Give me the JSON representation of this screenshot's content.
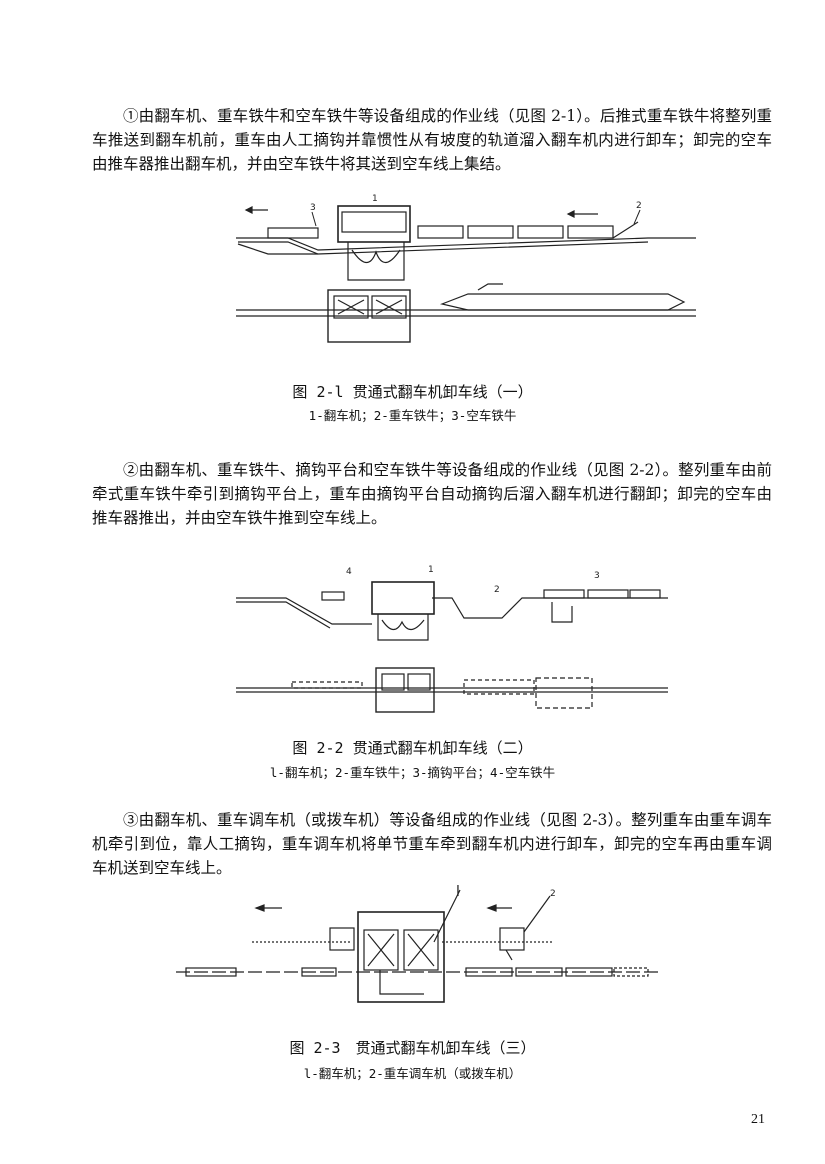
{
  "paragraphs": {
    "p1": "①由翻车机、重车铁牛和空车铁牛等设备组成的作业线（见图 2-1）。后推式重车铁牛将整列重车推送到翻车机前，重车由人工摘钩并靠惯性从有坡度的轨道溜入翻车机内进行卸车；卸完的空车由推车器推出翻车机，并由空车铁牛将其送到空车线上集结。",
    "p2": "②由翻车机、重车铁牛、摘钩平台和空车铁牛等设备组成的作业线（见图 2-2）。整列重车由前牵式重车铁牛牵引到摘钩平台上，重车由摘钩平台自动摘钩后溜入翻车机进行翻卸；卸完的空车由推车器推出，并由空车铁牛推到空车线上。",
    "p3": "③由翻车机、重车调车机（或拨车机）等设备组成的作业线（见图 2-3）。整列重车由重车调车机牵引到位，靠人工摘钩，重车调车机将单节重车牵到翻车机内进行卸车，卸完的空车再由重车调车机送到空车线上。"
  },
  "figures": {
    "fig1": {
      "title": "图 2-l 贯通式翻车机卸车线（一）",
      "legend": "1-翻车机；2-重车铁牛；3-空车铁牛",
      "callouts": [
        "1",
        "2",
        "3"
      ]
    },
    "fig2": {
      "title": "图 2-2 贯通式翻车机卸车线（二）",
      "legend": "l-翻车机；2-重车铁牛；3-摘钩平台；4-空车铁牛",
      "callouts": [
        "1",
        "2",
        "3",
        "4"
      ]
    },
    "fig3": {
      "title": "图 2-3　贯通式翻车机卸车线（三）",
      "legend": "l-翻车机；2-重车调车机（或拨车机）",
      "callouts": [
        "1",
        "2"
      ]
    }
  },
  "page_number": "21"
}
